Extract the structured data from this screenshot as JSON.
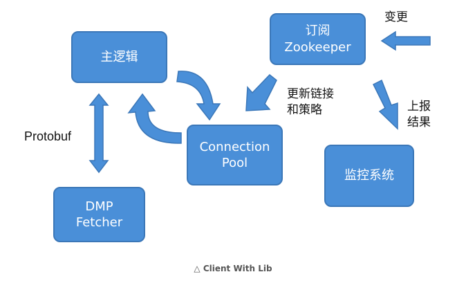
{
  "nodes": {
    "main_logic": "主逻辑",
    "zookeeper": [
      "订阅",
      "Zookeeper"
    ],
    "connection_pool": [
      "Connection",
      "Pool"
    ],
    "dmp_fetcher": [
      "DMP",
      "Fetcher"
    ],
    "monitor": "监控系统"
  },
  "labels": {
    "change": "变更",
    "update": [
      "更新链接",
      "和策略"
    ],
    "report": [
      "上报",
      "结果"
    ],
    "protobuf": "Protobuf"
  },
  "caption": {
    "symbol": "△",
    "text": "Client With Lib"
  },
  "colors": {
    "box_fill": "#4a8fd8",
    "box_border": "#3b77b8",
    "arrow_fill": "#4a8fd8"
  }
}
